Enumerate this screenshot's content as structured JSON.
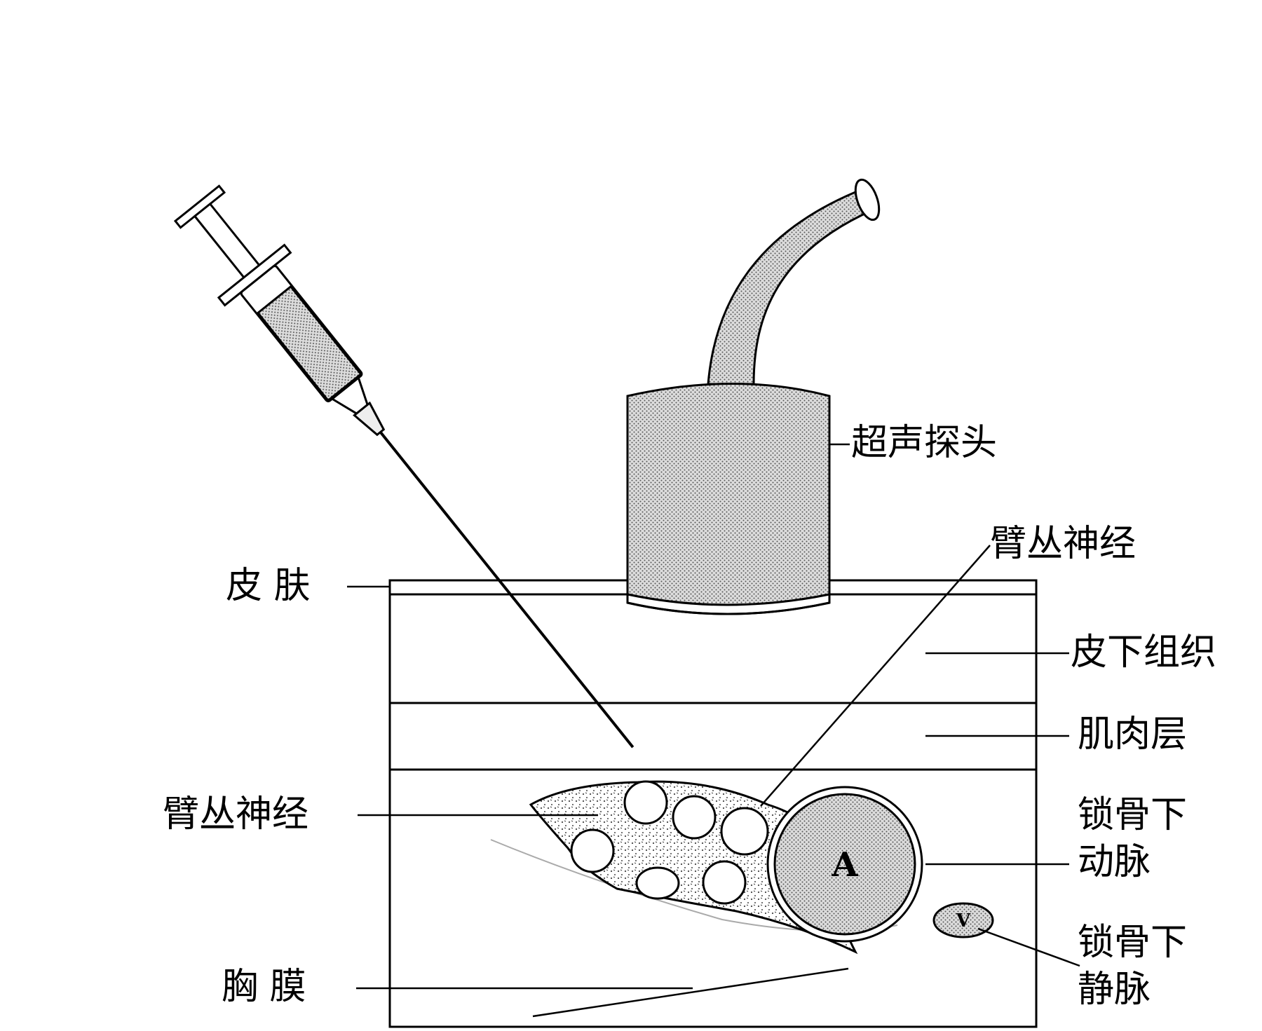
{
  "labels": {
    "probe": "超声探头",
    "skin": "皮 肤",
    "brachial_plexus_top": "臂丛神经",
    "subcutaneous": "皮下组织",
    "muscle": "肌肉层",
    "brachial_plexus_left": "臂丛神经",
    "subclavian_artery": [
      "锁骨下",
      "动脉"
    ],
    "subclavian_vein": [
      "锁骨下",
      "静脉"
    ],
    "pleura": "胸 膜"
  },
  "marks": {
    "artery": "A",
    "vein": "V"
  },
  "colors": {
    "ink": "#000000",
    "stipple": "#cfcfcf",
    "paper": "#ffffff"
  }
}
